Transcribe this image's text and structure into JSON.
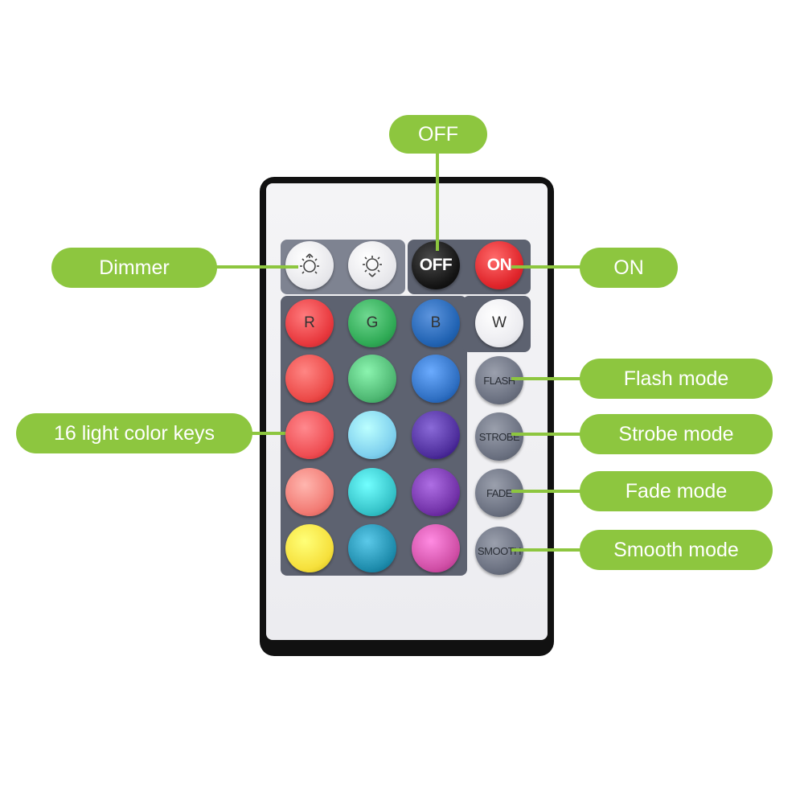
{
  "remote": {
    "dimmer_up_icon": "sun-brightness-up-icon",
    "dimmer_down_icon": "sun-brightness-down-icon",
    "off_label": "OFF",
    "on_label": "ON",
    "r_label": "R",
    "g_label": "G",
    "b_label": "B",
    "w_label": "W",
    "flash_label": "FLASH",
    "strobe_label": "STROBE",
    "fade_label": "FADE",
    "smooth_label": "SMOOTH",
    "color_keys": [
      "#e8383d",
      "#2faa55",
      "#2163b3",
      "#ec4a48",
      "#4fb873",
      "#2f6fc2",
      "#ef4d52",
      "#7fd0ee",
      "#4e2e9c",
      "#f27a73",
      "#36c3c9",
      "#7232a8",
      "#f6e03c",
      "#1f8dad",
      "#d04fa6"
    ]
  },
  "callouts": {
    "off": "OFF",
    "on": "ON",
    "dimmer": "Dimmer",
    "color_keys": "16 light color keys",
    "flash": "Flash mode",
    "strobe": "Strobe mode",
    "fade": "Fade mode",
    "smooth": "Smooth mode"
  },
  "colors": {
    "callout_green": "#8dc63f",
    "panel_gray": "#5d6270",
    "off_button": "#151515",
    "on_button": "#e0252b",
    "mode_button": "#6a7080"
  }
}
